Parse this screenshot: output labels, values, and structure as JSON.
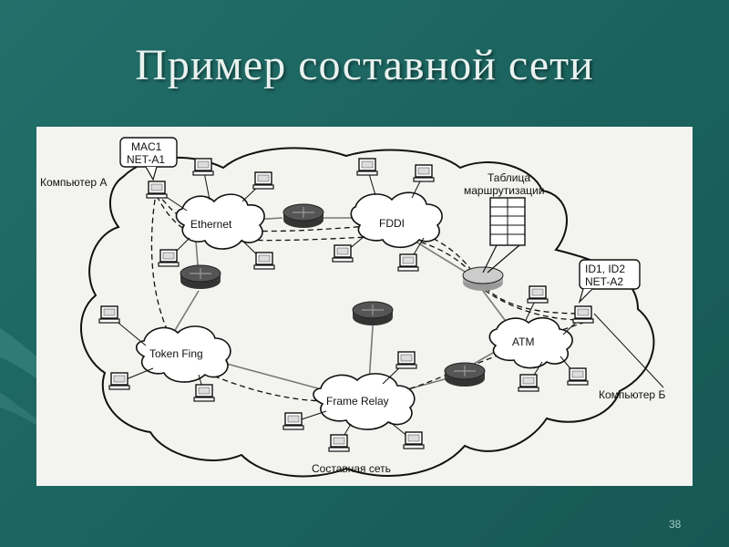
{
  "slide": {
    "title": "Пример составной сети",
    "number": "38"
  },
  "diagram": {
    "networks": {
      "ethernet": "Ethernet",
      "fddi": "FDDI",
      "token_ring": "Token Fing",
      "frame_relay": "Frame Relay",
      "atm": "ATM"
    },
    "labels": {
      "computer_a": "Компьютер А",
      "computer_b": "Компьютер Б",
      "address_a_line1": "MAC1",
      "address_a_line2": "NET-A1",
      "address_b_line1": "ID1, ID2",
      "address_b_line2": "NET-A2",
      "routing_table_line1": "Таблица",
      "routing_table_line2": "маршрутизации",
      "composite_network": "Составная сеть"
    }
  },
  "colors": {
    "background": "#1f6b66",
    "title": "#e9f2ef",
    "figure_background": "#f3f3f0"
  }
}
